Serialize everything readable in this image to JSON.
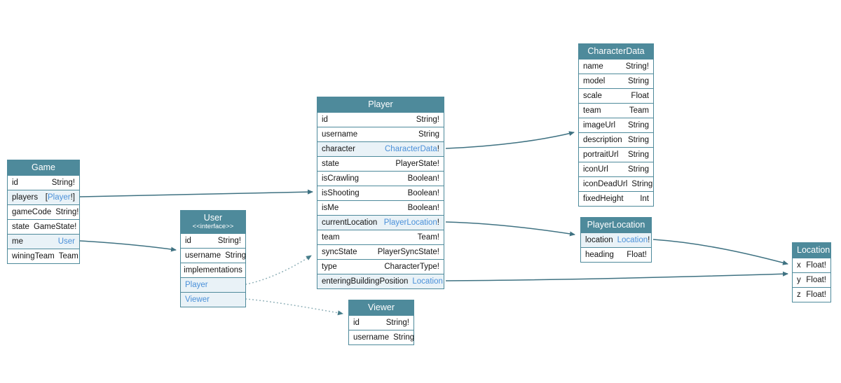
{
  "colors": {
    "header_teal": "#4e8a9b",
    "border_teal": "#4e8a9b",
    "row_highlight": "#e9f2f7",
    "link_blue": "#4a90d9",
    "arrow_solid": "#3f7282",
    "arrow_dotted": "#8fb0b8"
  },
  "tables": [
    {
      "id": "game",
      "title": "Game",
      "fields": [
        {
          "name": "id",
          "pre": "String!"
        },
        {
          "name": "players",
          "pre": "[",
          "link": "Player",
          "post": "!]",
          "hl": true
        },
        {
          "name": "gameCode",
          "pre": "String!"
        },
        {
          "name": "state",
          "pre": "GameState!"
        },
        {
          "name": "me",
          "link": "User",
          "hl": true
        },
        {
          "name": "winingTeam",
          "pre": "Team"
        }
      ]
    },
    {
      "id": "user",
      "title": "User",
      "subtitle": "<<interface>>",
      "fields": [
        {
          "name": "id",
          "pre": "String!"
        },
        {
          "name": "username",
          "pre": "String"
        },
        {
          "name": "implementations",
          "center": true
        },
        {
          "name": "Player",
          "nameLink": true,
          "hl": true
        },
        {
          "name": "Viewer",
          "nameLink": true,
          "hl": true
        }
      ]
    },
    {
      "id": "player",
      "title": "Player",
      "fields": [
        {
          "name": "id",
          "pre": "String!"
        },
        {
          "name": "username",
          "pre": "String"
        },
        {
          "name": "character",
          "link": "CharacterData",
          "post": "!",
          "hl": true
        },
        {
          "name": "state",
          "pre": "PlayerState!"
        },
        {
          "name": "isCrawling",
          "pre": "Boolean!"
        },
        {
          "name": "isShooting",
          "pre": "Boolean!"
        },
        {
          "name": "isMe",
          "pre": "Boolean!"
        },
        {
          "name": "currentLocation",
          "link": "PlayerLocation",
          "post": "!",
          "hl": true
        },
        {
          "name": "team",
          "pre": "Team!"
        },
        {
          "name": "syncState",
          "pre": "PlayerSyncState!"
        },
        {
          "name": "type",
          "pre": "CharacterType!"
        },
        {
          "name": "enteringBuildingPosition",
          "link": "Location",
          "hl": true
        }
      ]
    },
    {
      "id": "viewer",
      "title": "Viewer",
      "fields": [
        {
          "name": "id",
          "pre": "String!"
        },
        {
          "name": "username",
          "pre": "String"
        }
      ]
    },
    {
      "id": "characterdata",
      "title": "CharacterData",
      "fields": [
        {
          "name": "name",
          "pre": "String!"
        },
        {
          "name": "model",
          "pre": "String"
        },
        {
          "name": "scale",
          "pre": "Float"
        },
        {
          "name": "team",
          "pre": "Team"
        },
        {
          "name": "imageUrl",
          "pre": "String"
        },
        {
          "name": "description",
          "pre": "String"
        },
        {
          "name": "portraitUrl",
          "pre": "String"
        },
        {
          "name": "iconUrl",
          "pre": "String"
        },
        {
          "name": "iconDeadUrl",
          "pre": "String"
        },
        {
          "name": "fixedHeight",
          "pre": "Int"
        }
      ]
    },
    {
      "id": "playerlocation",
      "title": "PlayerLocation",
      "fields": [
        {
          "name": "location",
          "link": "Location",
          "post": "!",
          "hl": true
        },
        {
          "name": "heading",
          "pre": "Float!"
        }
      ]
    },
    {
      "id": "location",
      "title": "Location",
      "fields": [
        {
          "name": "x",
          "pre": "Float!"
        },
        {
          "name": "y",
          "pre": "Float!"
        },
        {
          "name": "z",
          "pre": "Float!"
        }
      ]
    }
  ],
  "relations": [
    {
      "from": "Game.players",
      "to": "Player",
      "style": "solid"
    },
    {
      "from": "Game.me",
      "to": "User",
      "style": "solid"
    },
    {
      "from": "Player.character",
      "to": "CharacterData",
      "style": "solid"
    },
    {
      "from": "Player.currentLocation",
      "to": "PlayerLocation",
      "style": "solid"
    },
    {
      "from": "Player.enteringBuildingPosition",
      "to": "Location",
      "style": "solid"
    },
    {
      "from": "PlayerLocation.location",
      "to": "Location",
      "style": "solid"
    },
    {
      "from": "User.Player",
      "to": "Player",
      "style": "dotted"
    },
    {
      "from": "User.Viewer",
      "to": "Viewer",
      "style": "dotted"
    }
  ]
}
